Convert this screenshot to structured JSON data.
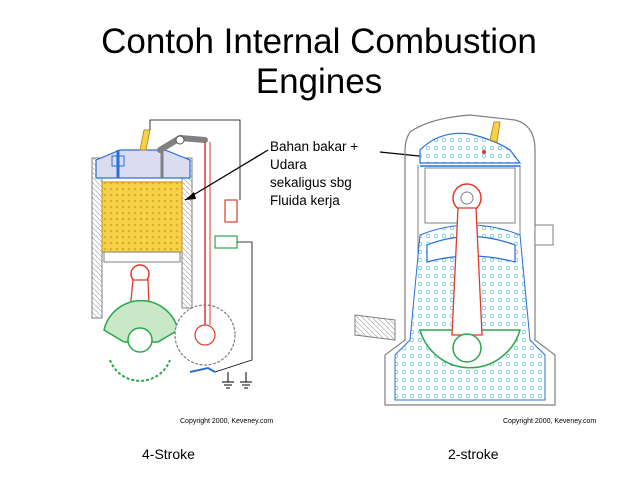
{
  "slide": {
    "title_line1": "Contoh Internal Combustion",
    "title_line2": "Engines",
    "annotation_lines": [
      "Bahan bakar +",
      "Udara",
      "sekaligus sbg",
      "Fluida kerja"
    ]
  },
  "left_engine": {
    "caption": "4-Stroke",
    "copyright": "Copyright 2000, Keveney.com"
  },
  "right_engine": {
    "caption": "2-stroke",
    "copyright": "Copyright 2000, Keveney.com"
  },
  "colors": {
    "gray": "#808080",
    "fuel": "#f5d24a",
    "blue": "#2a6fd8",
    "red": "#e03a2a",
    "green": "#2aa84a",
    "bubbles": "#6cc4d8"
  }
}
